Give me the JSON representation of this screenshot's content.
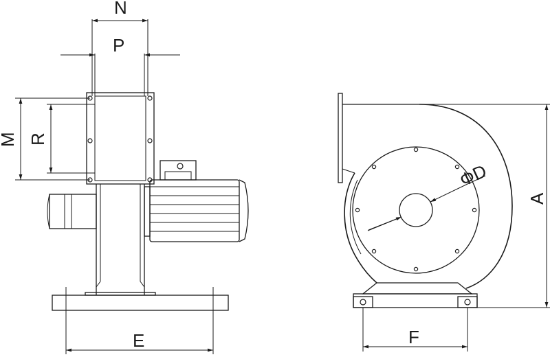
{
  "diagram": {
    "type": "fan-dimension-drawing",
    "views": [
      "side-view",
      "front-view"
    ],
    "dimension_labels": {
      "N": "N",
      "P": "P",
      "M": "M",
      "R": "R",
      "E": "E",
      "A": "A",
      "F": "F",
      "D": "ΦD"
    },
    "colors": {
      "line": "#1a1a1a",
      "background": "#ffffff"
    }
  }
}
